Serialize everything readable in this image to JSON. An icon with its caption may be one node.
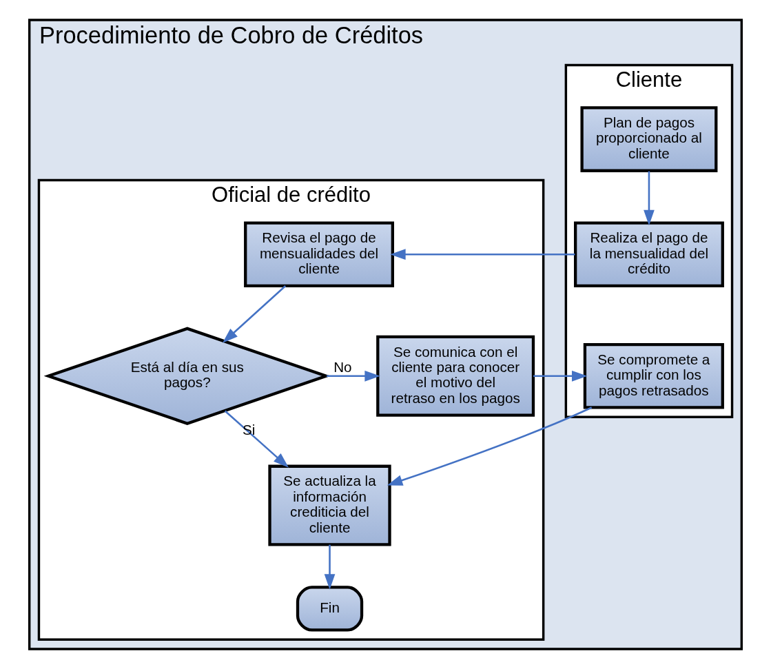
{
  "diagram": {
    "nodes": [
      {
        "text": [
          "Procedimiento de Cobro de Créditos"
        ]
      },
      {
        "text": [
          "Cliente"
        ],
        "in": 0
      },
      {
        "text": [
          "Oficial de crédito"
        ],
        "in": 0
      },
      {
        "text": [
          "Plan de pagos proporcionado al cliente"
        ],
        "in": 1
      },
      {
        "text": [
          "Realiza el pago de la mensualidad del crédito"
        ],
        "in": 1
      },
      {
        "text": [
          "Se compromete a cumplir con los pagos retrasados"
        ],
        "in": 1
      },
      {
        "text": [
          "Revisa el pago de mensualidades del cliente"
        ],
        "in": 2
      },
      {
        "text": [
          "Está al día en sus pagos?"
        ],
        "in": 2
      },
      {
        "text": [
          "Se comunica con el cliente para conocer el motivo del retraso en los pagos"
        ],
        "in": 2
      },
      {
        "text": [
          "Se actualiza la información crediticia del cliente"
        ],
        "in": 2
      },
      {
        "text": [
          "Fin"
        ],
        "in": 2
      }
    ],
    "edges": [
      {
        "from": 3,
        "to": 4,
        "arrow": "to"
      },
      {
        "from": 4,
        "to": 6,
        "arrow": "to"
      },
      {
        "from": 6,
        "to": 7,
        "arrow": "to"
      },
      {
        "from": 7,
        "to": 8,
        "arrow": "to",
        "label": "No"
      },
      {
        "from": 8,
        "to": 5,
        "arrow": "to"
      },
      {
        "from": 7,
        "to": 9,
        "arrow": "to",
        "label": "Si"
      },
      {
        "from": 5,
        "to": 9,
        "arrow": "to"
      },
      {
        "from": 9,
        "to": 10,
        "arrow": "to"
      }
    ]
  }
}
